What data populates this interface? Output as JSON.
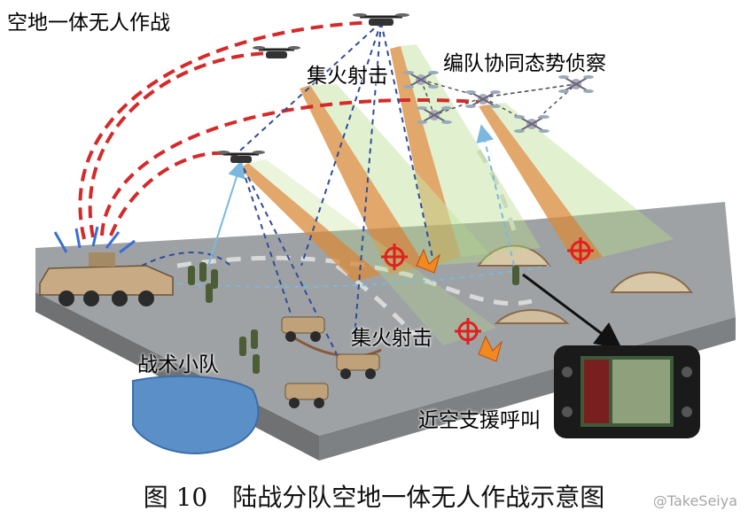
{
  "labels": {
    "air_ground_ops": "空地一体无人作战",
    "fire_strike_top": "集火射击",
    "formation_recon": "编队协同态势侦察",
    "tactical_squad": "战术小队",
    "fire_strike_bottom": "集火射击",
    "air_support_call": "近空支援呼叫"
  },
  "caption": {
    "figure_number": "图 10",
    "title": "陆战分队空地一体无人作战示意图"
  },
  "watermark": "@TakeSeiya",
  "colors": {
    "ground_top": "#9fa2a4",
    "ground_side": "#6f7173",
    "water": "#5a8fc8",
    "control_link_red": "#d42a2a",
    "datalink_blue": "#2f4d9a",
    "beam_orange": "#d98a3a",
    "beam_green": "#b7dc8a"
  }
}
